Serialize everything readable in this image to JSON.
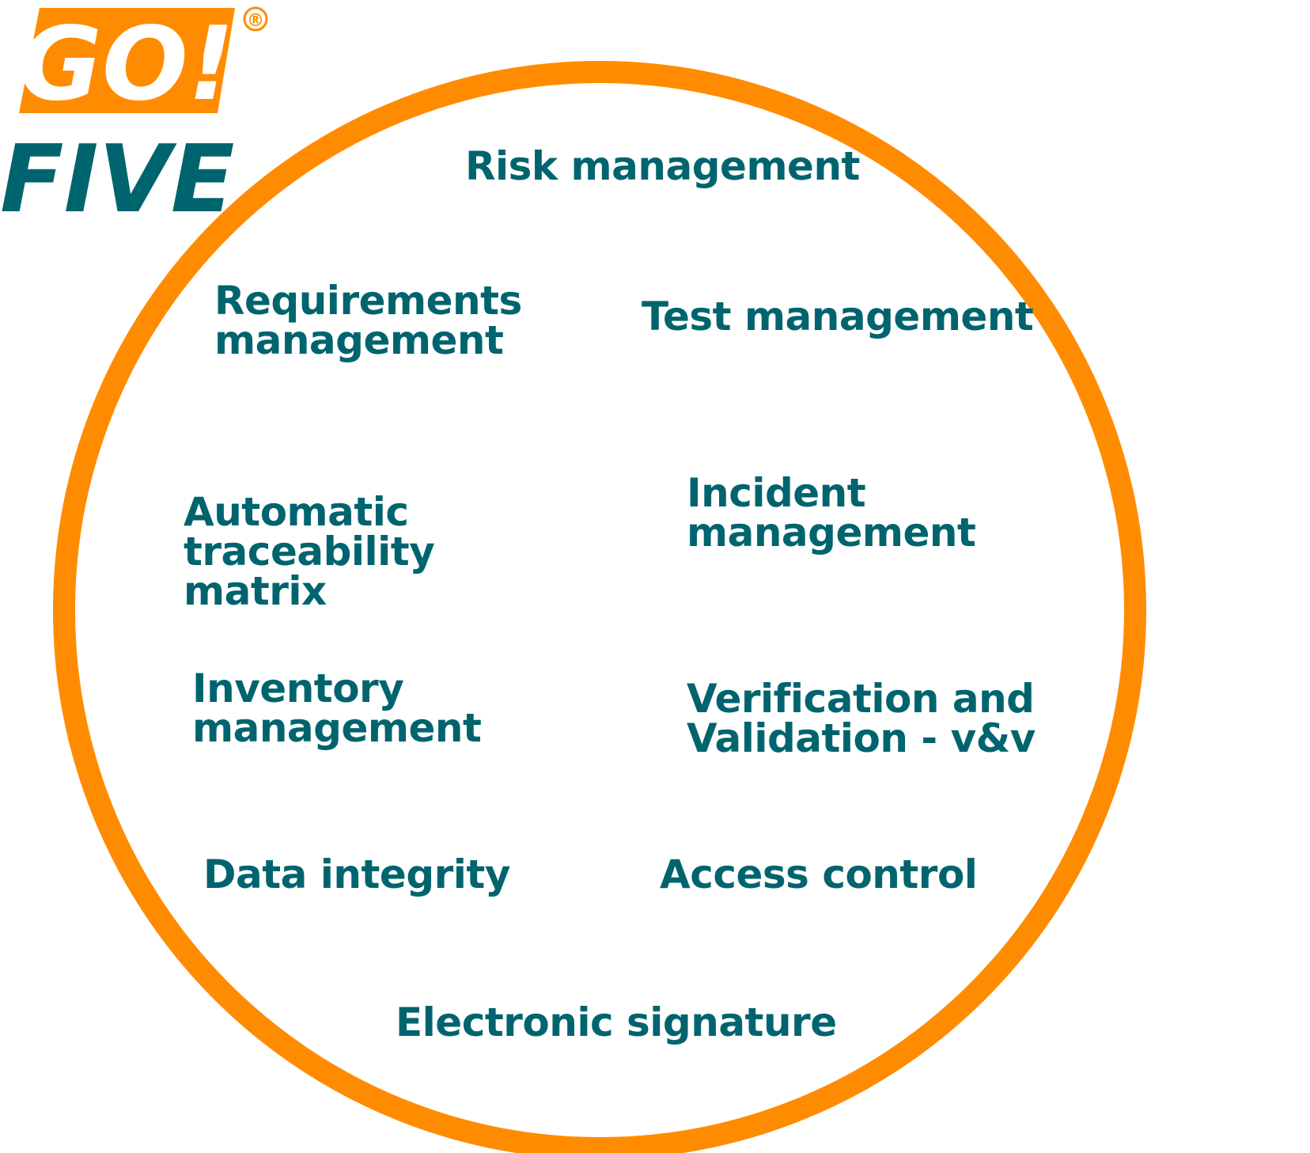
{
  "colors": {
    "accent": "#FF8C00",
    "text": "#00646E",
    "background": "#FFFFFF"
  },
  "logo": {
    "badge_text": "GO!",
    "wordmark": "FIVE",
    "registered_mark": "®"
  },
  "features": [
    {
      "id": "risk-management",
      "lines": [
        "Risk management"
      ]
    },
    {
      "id": "requirements-management",
      "lines": [
        "Requirements",
        "management"
      ]
    },
    {
      "id": "test-management",
      "lines": [
        "Test management"
      ]
    },
    {
      "id": "automatic-traceability-matrix",
      "lines": [
        "Automatic",
        "traceability",
        "matrix"
      ]
    },
    {
      "id": "incident-management",
      "lines": [
        "Incident",
        "management"
      ]
    },
    {
      "id": "inventory-management",
      "lines": [
        "Inventory",
        "management"
      ]
    },
    {
      "id": "verification-and-validation",
      "lines": [
        "Verification and",
        "Validation - v&v"
      ]
    },
    {
      "id": "data-integrity",
      "lines": [
        "Data integrity"
      ]
    },
    {
      "id": "access-control",
      "lines": [
        "Access control"
      ]
    },
    {
      "id": "electronic-signature",
      "lines": [
        "Electronic signature"
      ]
    }
  ]
}
